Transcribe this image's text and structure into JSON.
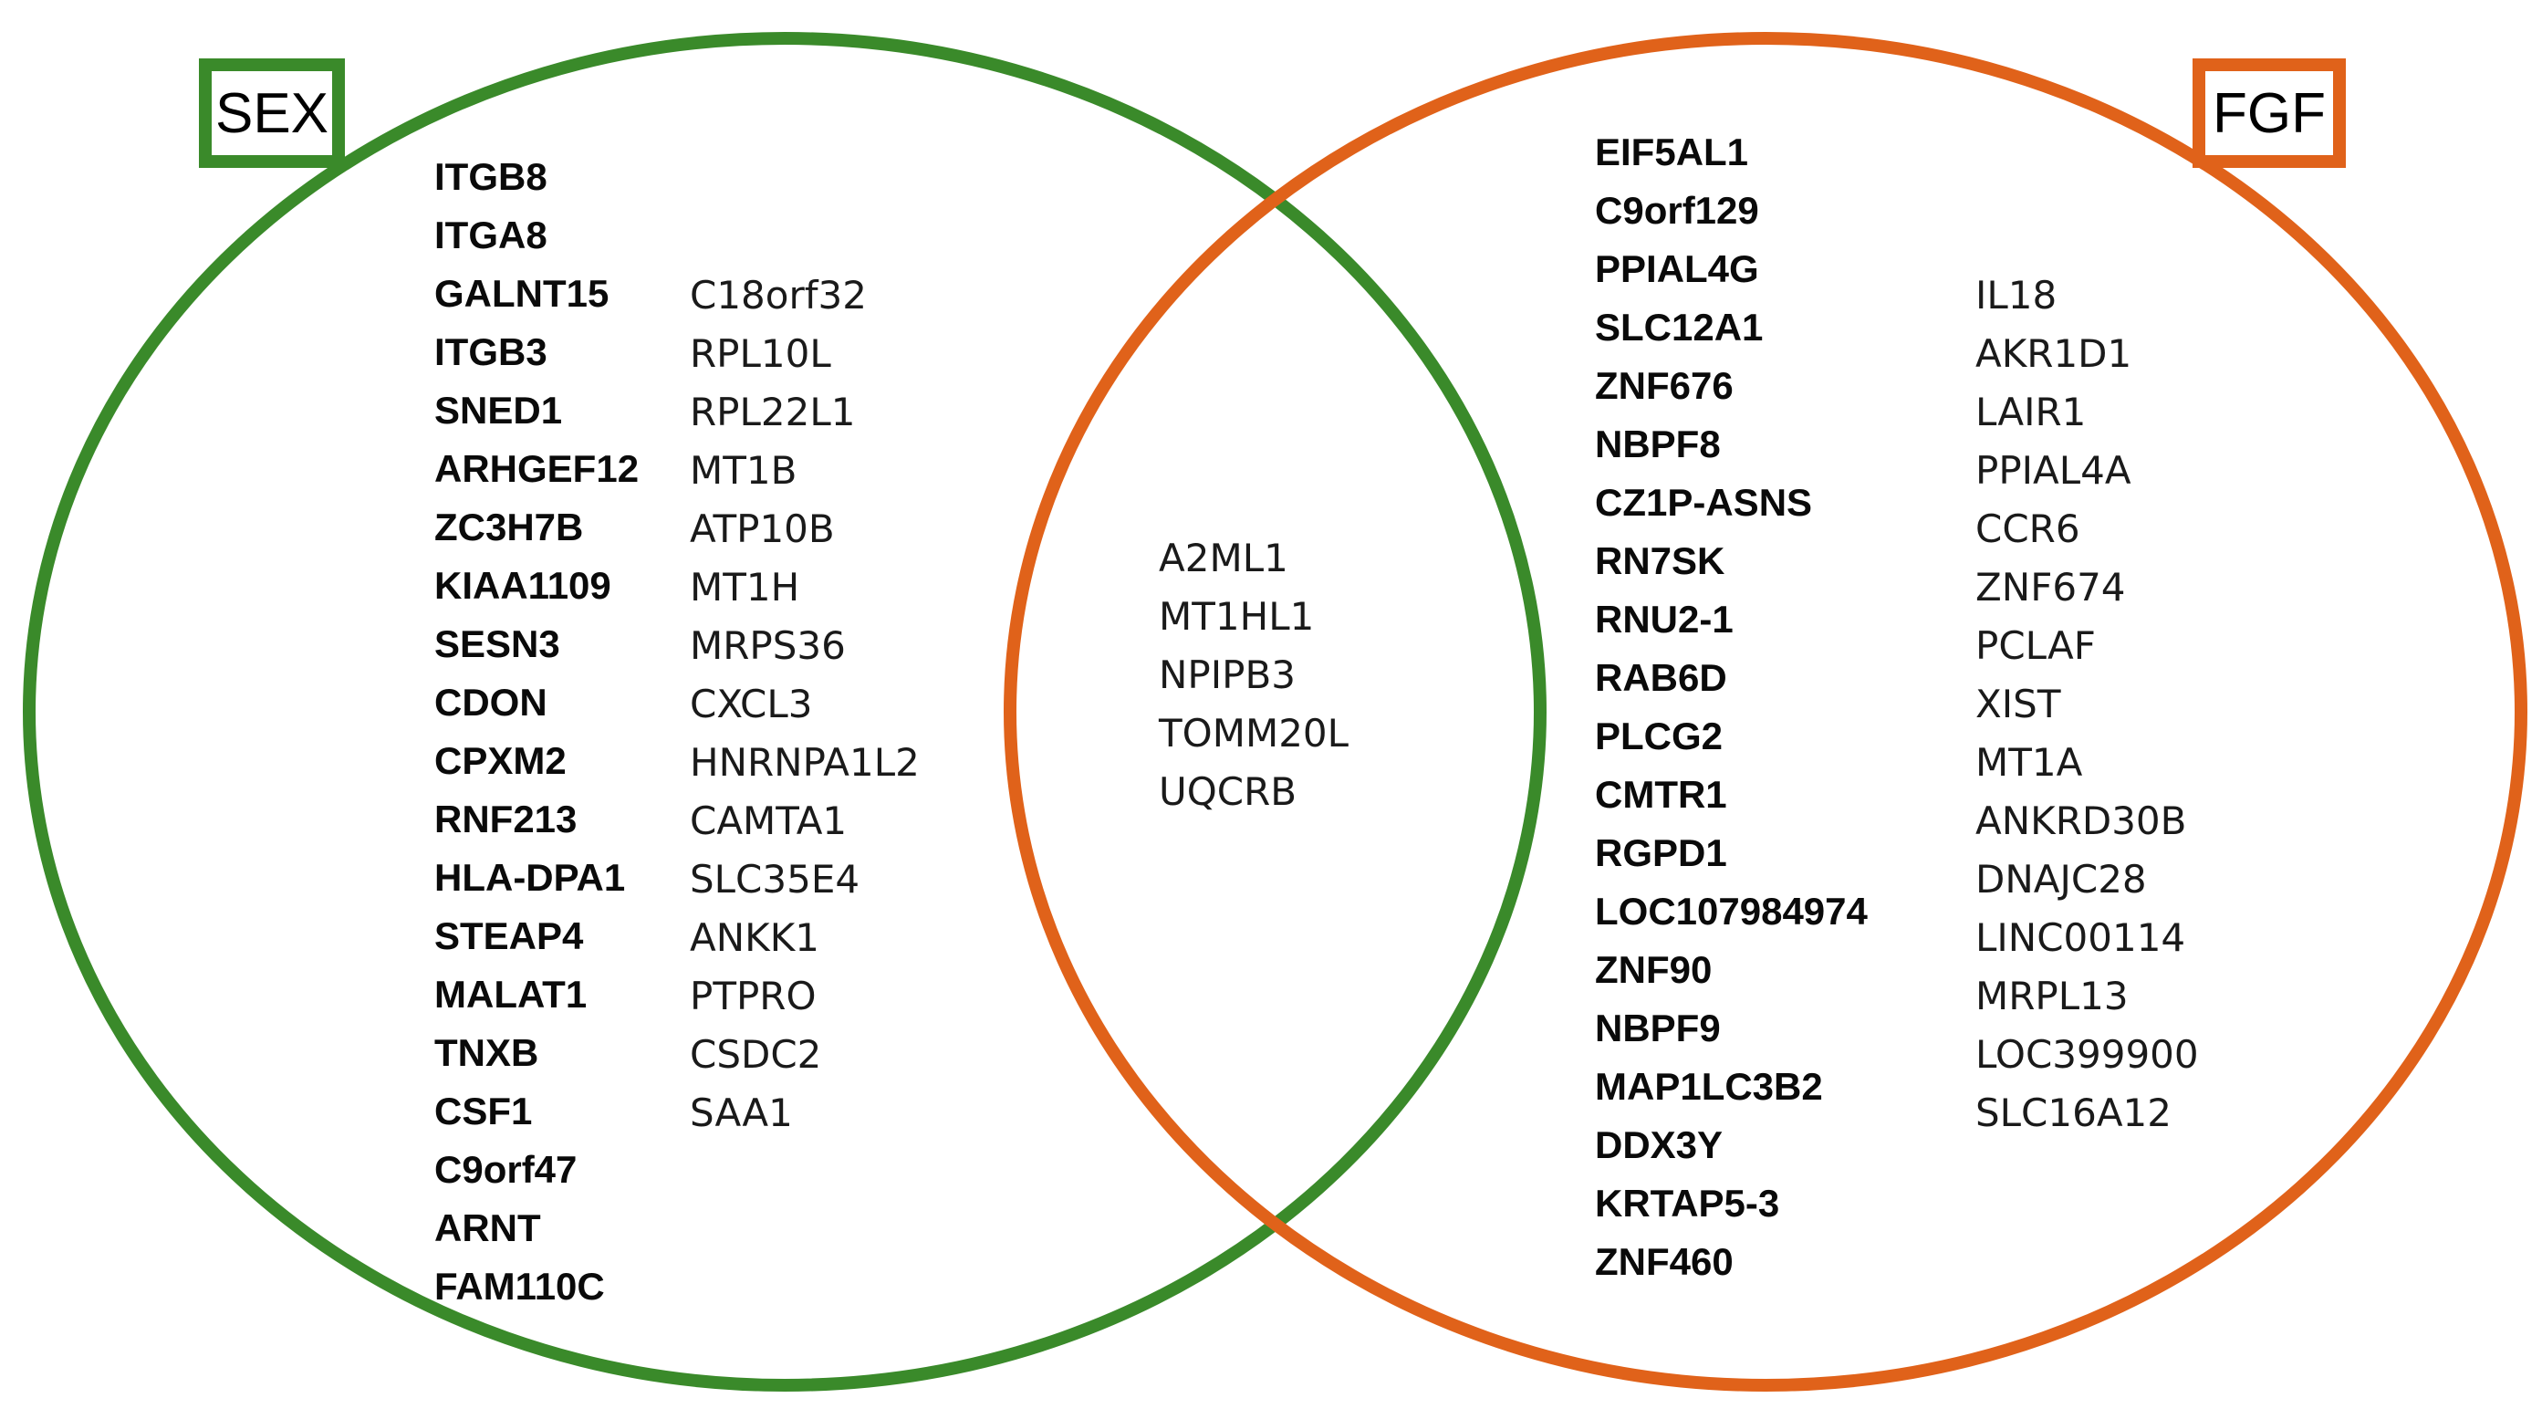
{
  "colors": {
    "sex": "#3a8a2a",
    "fgf": "#e0621a"
  },
  "sets": {
    "sex": {
      "label": "SEX"
    },
    "fgf": {
      "label": "FGF"
    }
  },
  "regions": {
    "sex_only_bold": [
      "ITGB8",
      "ITGA8",
      "GALNT15",
      "ITGB3",
      "SNED1",
      "ARHGEF12",
      "ZC3H7B",
      "KIAA1109",
      "SESN3",
      "CDON",
      "CPXM2",
      "RNF213",
      "HLA-DPA1",
      "STEAP4",
      "MALAT1",
      "TNXB",
      "CSF1",
      "C9orf47",
      "ARNT",
      "FAM110C"
    ],
    "sex_only": [
      "C18orf32",
      "RPL10L",
      "RPL22L1",
      "MT1B",
      "ATP10B",
      "MT1H",
      "MRPS36",
      "CXCL3",
      "HNRNPA1L2",
      "CAMTA1",
      "SLC35E4",
      "ANKK1",
      "PTPRO",
      "CSDC2",
      "SAA1"
    ],
    "shared": [
      "A2ML1",
      "MT1HL1",
      "NPIPB3",
      "TOMM20L",
      "UQCRB"
    ],
    "fgf_only_bold": [
      "EIF5AL1",
      "C9orf129",
      "PPIAL4G",
      "SLC12A1",
      "ZNF676",
      "NBPF8",
      "CZ1P-ASNS",
      "RN7SK",
      "RNU2-1",
      "RAB6D",
      "PLCG2",
      "CMTR1",
      "RGPD1",
      "LOC107984974",
      "ZNF90",
      "NBPF9",
      "MAP1LC3B2",
      "DDX3Y",
      "KRTAP5-3",
      "ZNF460"
    ],
    "fgf_only": [
      "IL18",
      "AKR1D1",
      "LAIR1",
      "PPIAL4A",
      "CCR6",
      "ZNF674",
      "PCLAF",
      "XIST",
      "MT1A",
      "ANKRD30B",
      "DNAJC28",
      "LINC00114",
      "MRPL13",
      "LOC399900",
      "SLC16A12"
    ]
  }
}
